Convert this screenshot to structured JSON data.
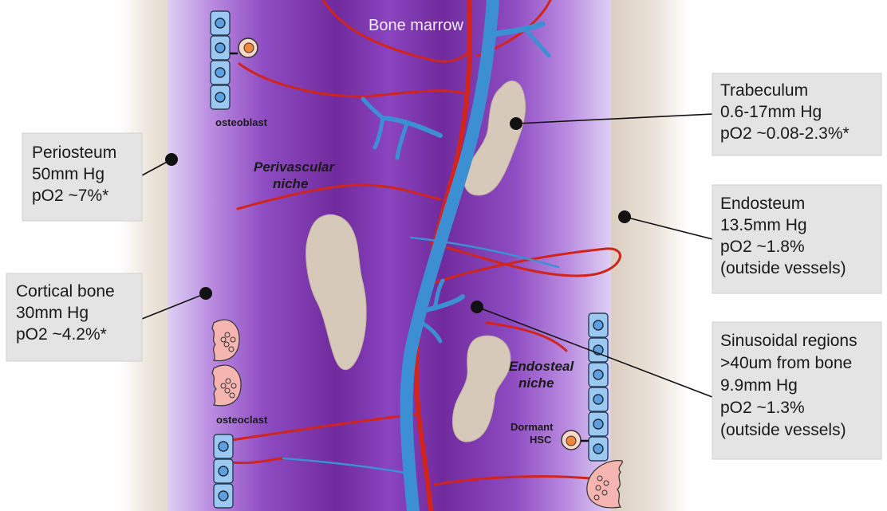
{
  "title": "Bone marrow",
  "colors": {
    "bone": "#d8cbbd",
    "bone_edge": "#c2b4a3",
    "marrow_light": "#d7b7ee",
    "marrow_mid": "#a15fcf",
    "marrow_dark": "#6b2391",
    "artery": "#d0241c",
    "vein": "#3d8fd4",
    "cell_fill": "#9cc9f2",
    "osteoclast_fill": "#f6b5b1",
    "hsc_fill": "#f0873a",
    "callout_fill": "#e4e4e4"
  },
  "callouts": {
    "periosteum": [
      "Periosteum",
      "50mm Hg",
      "pO2 ~7%*"
    ],
    "cortical": [
      "Cortical bone",
      "30mm Hg",
      "pO2 ~4.2%*"
    ],
    "trabeculum": [
      "Trabeculum",
      "0.6-17mm Hg",
      "pO2 ~0.08-2.3%*"
    ],
    "endosteum": [
      "Endosteum",
      "13.5mm Hg",
      "pO2 ~1.8%",
      "(outside vessels)"
    ],
    "sinusoidal": [
      "Sinusoidal regions",
      ">40um from bone",
      "9.9mm Hg",
      "pO2 ~1.3%",
      "(outside vessels)"
    ]
  },
  "labels": {
    "osteoblast": "osteoblast",
    "osteoclast": "osteoclast",
    "perivascular": [
      "Perivascular",
      "niche"
    ],
    "endosteal": [
      "Endosteal",
      "niche"
    ],
    "hsc": [
      "Dormant",
      "HSC"
    ]
  }
}
